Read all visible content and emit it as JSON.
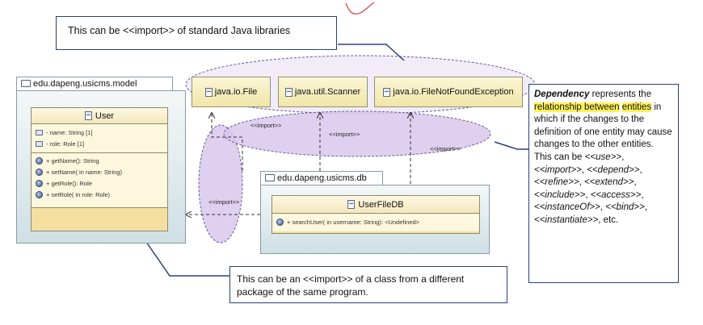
{
  "callouts": {
    "top": "This can be  <<import>> of standard Java libraries",
    "bottom_line1": "This can be an <<import>> of a class from a different",
    "bottom_line2": "package of the same program."
  },
  "packages": {
    "model": "edu.dapeng.usicms.model",
    "db": "edu.dapeng.usicms.db"
  },
  "libraries": [
    "java.io.File",
    "java.util.Scanner",
    "java.io.FileNotFoundException"
  ],
  "user_class": {
    "name": "User",
    "attributes": [
      "- name: String [1]",
      "- role: Role [1]"
    ],
    "operations": [
      "+ getName(): String",
      "+ setName(  in name: String)",
      "+ getRole(): Role",
      "+ setRole(  in role: Role)"
    ]
  },
  "userfiledb_class": {
    "name": "UserFileDB",
    "operations": [
      "+ searchUser(  in username: String): <Undefined>"
    ]
  },
  "dependency_labels": {
    "import_left": "<<import>>",
    "import_mid": "<<import>>",
    "import_right": "<<import>>",
    "import_lower": "<<import>>"
  },
  "side_note": {
    "term": "Dependency",
    "t1": " represents the",
    "highlight1": "relationship between",
    "highlight2": "entities",
    "t2": " in which if the changes to the definition of one entity may cause changes to the other entities. This can be",
    "kw1": "<<use>>",
    "kw2": "<<import>>",
    "kw3": "<<depend>>",
    "kw4": "<<refine>>",
    "kw5": "<<extend>>",
    "kw6": "<<include>>",
    "kw7": "<<access>>",
    "kw8": "<<instanceOf>>",
    "kw9": "<<bind>>",
    "kw10": "<<instantiate>>",
    "t3": ", etc.",
    "sep": ", "
  },
  "colors": {
    "ellipse_fill": "#d9c8ec",
    "ellipse_stroke": "#6b5a9a",
    "callout_border": "#2b3f7a",
    "highlight": "#fff35a",
    "red_mark": "#e23b3b"
  }
}
